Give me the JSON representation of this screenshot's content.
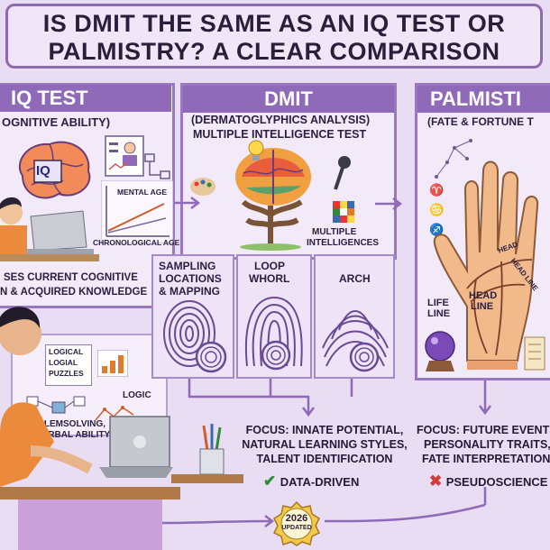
{
  "title": {
    "line1": "IS DMIT THE SAME AS AN IQ TEST OR",
    "line2": "PALMISTRY? A CLEAR COMPARISON"
  },
  "iq": {
    "header": "IQ TEST",
    "subtitle": "OGNITIVE ABILITY)",
    "brain_label": "IQ",
    "mental_age": "MENTAL AGE",
    "chronological_age": "CHRONOLOGICAL AGE",
    "assesses_line1": "SES CURRENT COGNITIVE",
    "assesses_line2": "N & ACQUIRED KNOWLEDGE",
    "screen_logical": "LOGICAL",
    "screen_logial": "LOGIAL",
    "screen_puzzles": "PUZZLES",
    "logic": "LOGIC",
    "problem_line1": "PROBLEMSOLVING,",
    "problem_line2": "VERBAL ABILITY"
  },
  "dmit": {
    "header": "DMIT",
    "subtitle_line1": "(DERMATOGLYPHICS ANALYSIS)",
    "subtitle_line2": "MULTIPLE INTELLIGENCE TEST",
    "multiple_line1": "MULTIPLE",
    "multiple_line2": "INTELLIGENCES",
    "sampling_line1": "SAMPLING",
    "sampling_line2": "LOCATIONS",
    "sampling_line3": "& MAPPING",
    "loop_line1": "LOOP",
    "loop_line2": "WHORL",
    "arch": "ARCH",
    "focus_line1": "FOCUS: INNATE POTENTIAL,",
    "focus_line2": "NATURAL LEARNING STYLES,",
    "focus_line3": "TALENT IDENTIFICATION",
    "verdict": "DATA-DRIVEN"
  },
  "palm": {
    "header": "PALMISTI",
    "subtitle": "(FATE & FORTUNE T",
    "head_line_small": "HEAD",
    "head_line_diag": "HEAD LINE",
    "head_line_line1": "HEAD",
    "head_line_line2": "LINE",
    "life_line1": "LIFE",
    "life_line2": "LINE",
    "focus_line1": "FOCUS: FUTURE EVENTS,",
    "focus_line2": "PERSONALITY TRAITS,",
    "focus_line3": "FATE INTERPRETATION",
    "verdict": "PSEUDOSCIENCE"
  },
  "badge": {
    "year": "2026",
    "label": "UPDATED"
  },
  "colors": {
    "panel_header": "#8f6ab8",
    "panel_border": "#9a78c0",
    "background": "#e9ddf3",
    "check": "#2e8b3a",
    "cross": "#d23a3a"
  }
}
